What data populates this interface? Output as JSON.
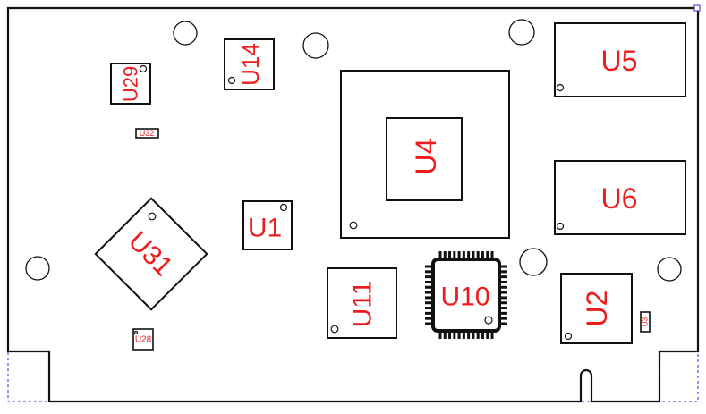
{
  "title": "",
  "colors": {
    "board_outline": "#111111",
    "label": "#ee1c1c",
    "keepout_dashed": "#2b2bd6",
    "background": "#ffffff"
  },
  "components": {
    "u29": "U29",
    "u14": "U14",
    "u32": "U32",
    "u5": "U5",
    "u4": "U4",
    "u6": "U6",
    "u1": "U1",
    "u31": "U31",
    "u11": "U11",
    "u10": "U10",
    "u2": "U2",
    "u3": "U3",
    "u28": "U28"
  }
}
